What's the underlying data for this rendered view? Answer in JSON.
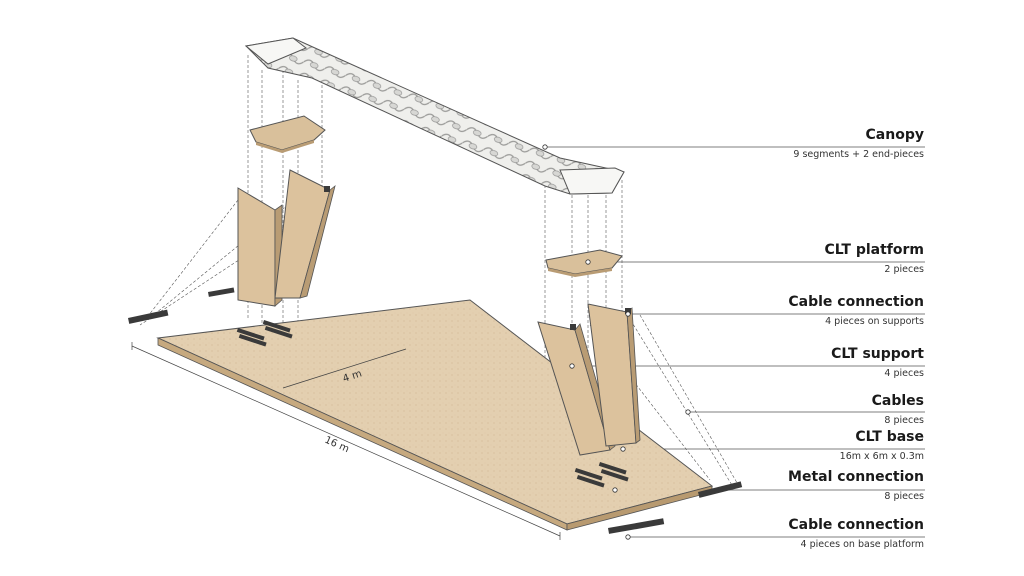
{
  "labels": [
    {
      "title": "Canopy",
      "subtitle": "9 segments + 2 end-pieces"
    },
    {
      "title": "CLT platform",
      "subtitle": "2 pieces"
    },
    {
      "title": "Cable connection",
      "subtitle": "4 pieces on supports"
    },
    {
      "title": "CLT support",
      "subtitle": "4 pieces"
    },
    {
      "title": "Cables",
      "subtitle": "8 pieces"
    },
    {
      "title": "CLT base",
      "subtitle": "16m x 6m x 0.3m"
    },
    {
      "title": "Metal connection",
      "subtitle": "8 pieces"
    },
    {
      "title": "Cable connection",
      "subtitle": "4 pieces on base platform"
    }
  ],
  "dimensions": {
    "width": "4 m",
    "length": "16 m"
  },
  "colors": {
    "wood": "#e2cdae",
    "wood_dark": "#c9ad85",
    "canopy": "#f2f2f0",
    "line": "#333333",
    "metal": "#3a3a3a"
  }
}
